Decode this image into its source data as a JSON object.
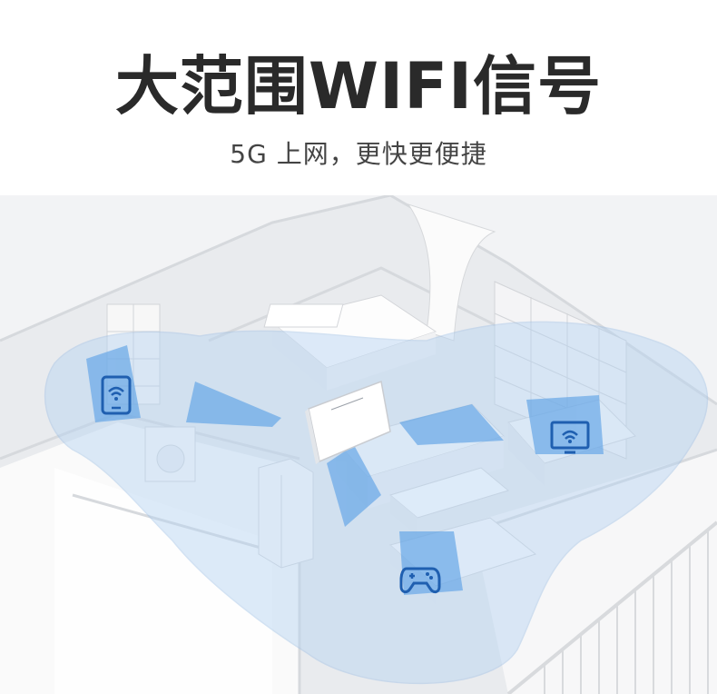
{
  "header": {
    "title": "大范围WIFI信号",
    "subtitle": "5G 上网，更快更便捷"
  },
  "icons": {
    "phone": "smartphone-wifi-icon",
    "tv": "monitor-wifi-icon",
    "game": "gamepad-icon",
    "router": "router-device"
  },
  "colors": {
    "coverage": "#a9c9ee",
    "signal_wedge": "#5fa3e6",
    "icon_blue": "#1f5fb0",
    "floor_bg": "#eef0f2"
  }
}
